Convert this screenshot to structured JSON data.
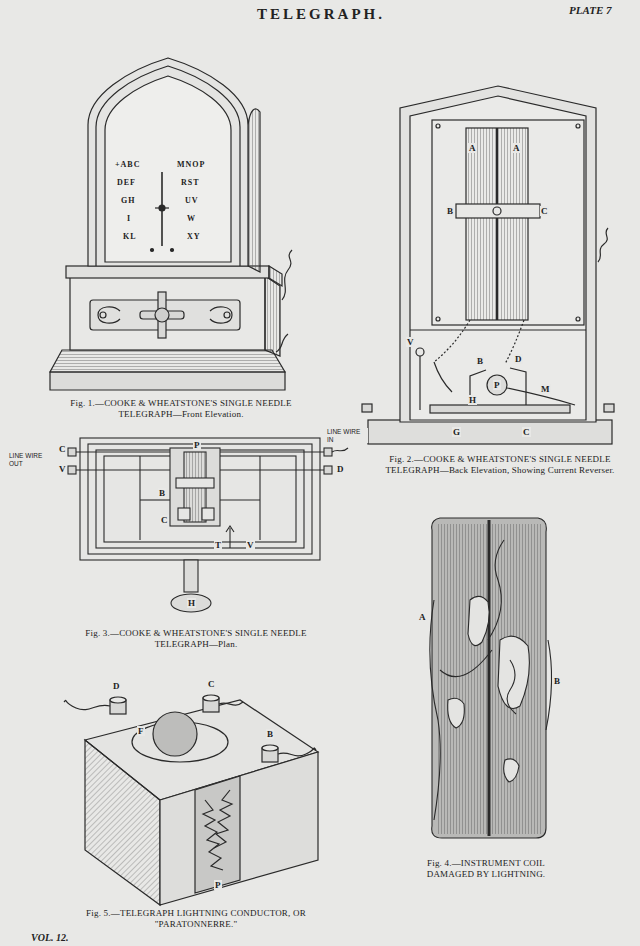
{
  "diagram": {
    "title": "TELEGRAPH.",
    "labels": [
      "PLATE 7",
      "+ABC",
      "MNOP",
      "DEF",
      "RST",
      "GH",
      "UV",
      "I",
      "W",
      "KL",
      "XY",
      "Fig. 1.—COOKE & WHEATSTONE'S SINGLE NEEDLE TELEGRAPH—Front Elevation.",
      "A",
      "A",
      "B",
      "C",
      "V",
      "B",
      "D",
      "P",
      "M",
      "H",
      "G",
      "C",
      "Fig. 2.—COOKE & WHEATSTONE'S SINGLE NEEDLE TELEGRAPH—Back Elevation, Showing Current Reverser.",
      "LINE WIRE OUT",
      "C",
      "V",
      "LINE WIRE IN",
      "D",
      "P",
      "B",
      "C",
      "T",
      "V",
      "H",
      "Fig. 3.—COOKE & WHEATSTONE'S SINGLE NEEDLE TELEGRAPH—Plan.",
      "A",
      "B",
      "Fig. 4.—INSTRUMENT COIL DAMAGED BY LIGHTNING.",
      "D",
      "C",
      "F",
      "B",
      "P",
      "Fig. 5.—TELEGRAPH LIGHTNING CONDUCTOR, OR \"PARATONNERRE.\"",
      "VOL. 12."
    ]
  }
}
